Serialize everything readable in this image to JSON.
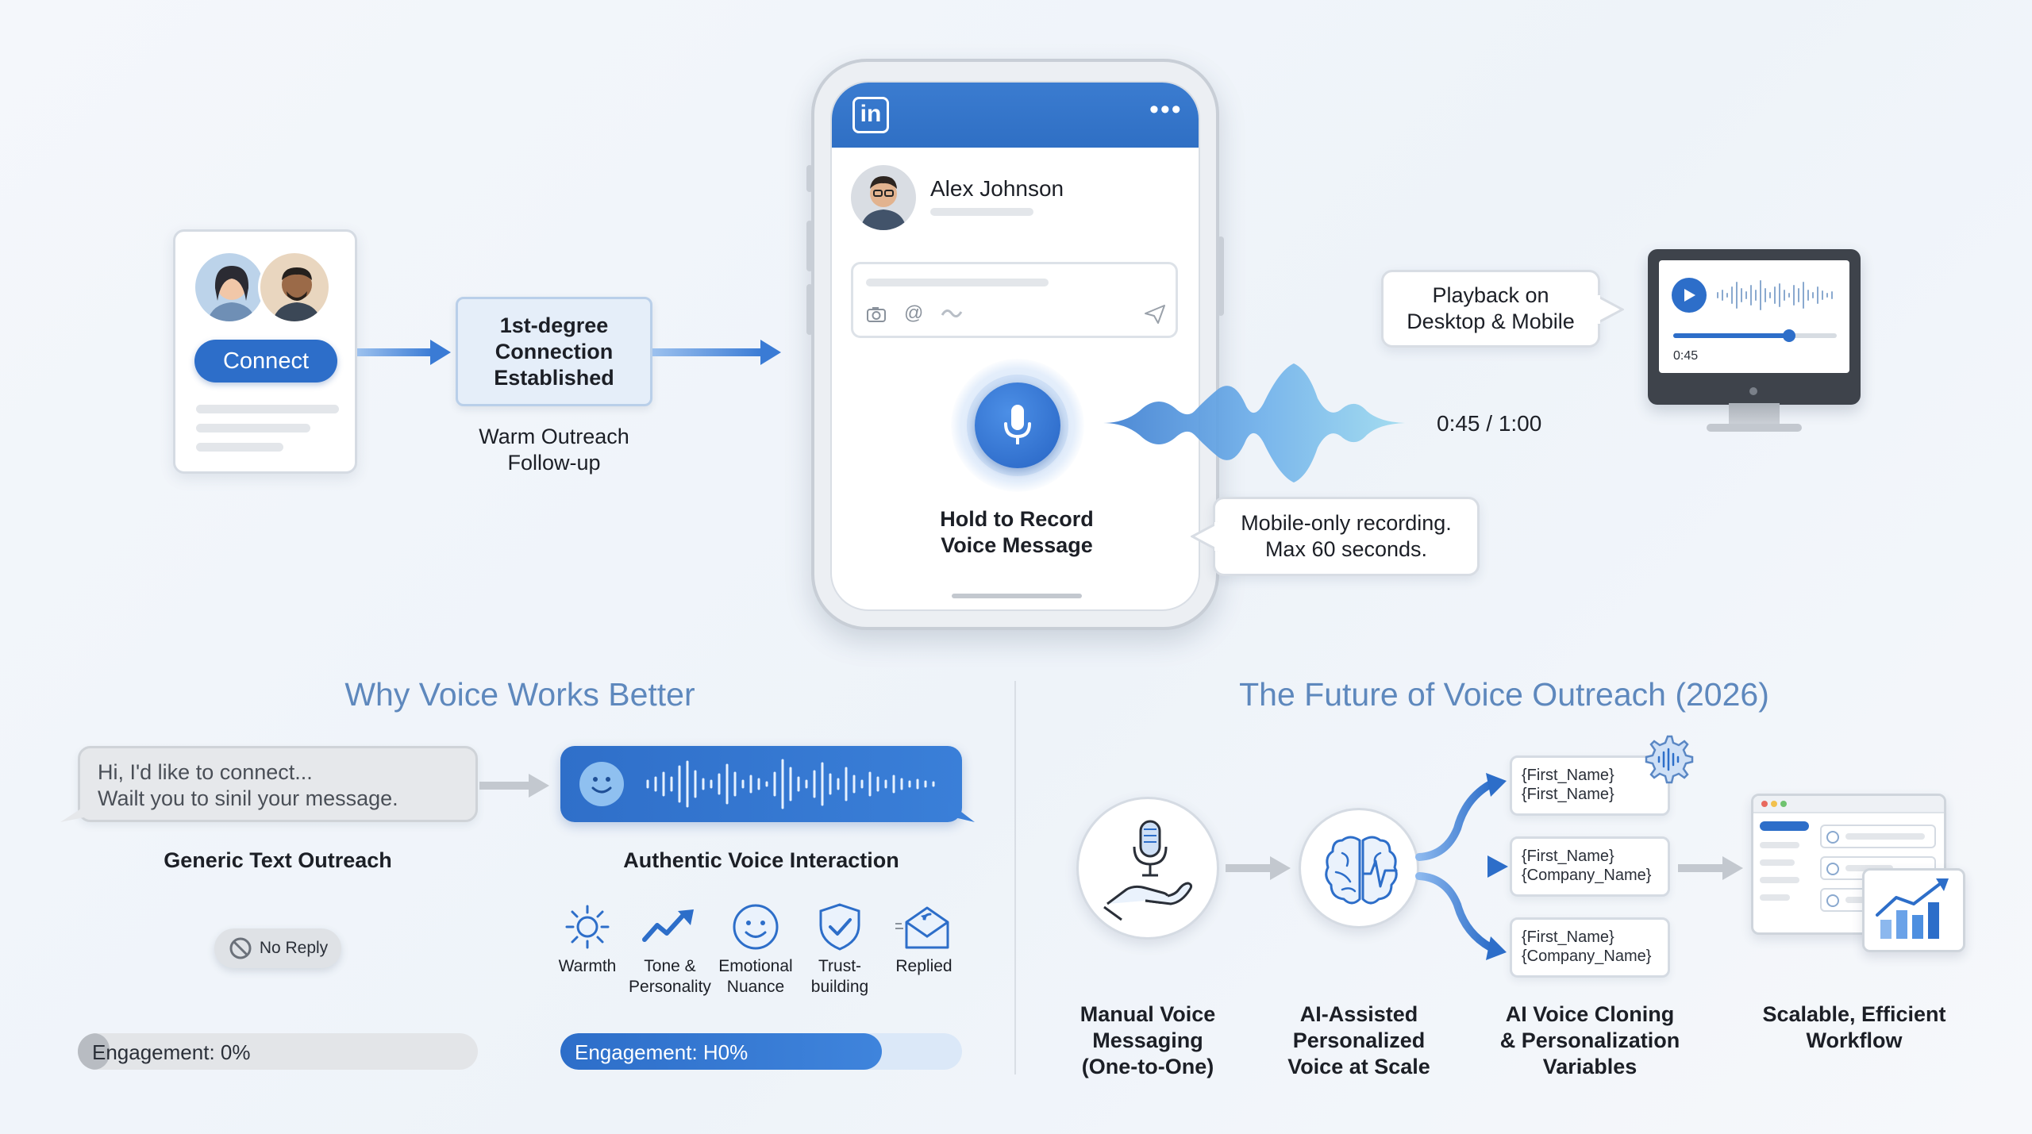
{
  "connect_card": {
    "button_label": "Connect"
  },
  "connection_box": {
    "text_line1": "1st-degree",
    "text_line2": "Connection",
    "text_line3": "Established"
  },
  "warm_outreach": {
    "line1": "Warm Outreach",
    "line2": "Follow-up"
  },
  "phone": {
    "contact_name": "Alex Johnson",
    "record_line1": "Hold to Record",
    "record_line2": "Voice Message",
    "duration": "0:45 / 1:00"
  },
  "mobile_note": {
    "line1": "Mobile-only recording.",
    "line2": "Max 60 seconds."
  },
  "playback": {
    "line1": "Playback on",
    "line2": "Desktop & Mobile",
    "monitor_time": "0:45"
  },
  "why_section": {
    "title": "Why Voice Works Better",
    "text_bubble_line1": "Hi, I'd like to connect...",
    "text_bubble_line2": "Wailt you to sinil your message.",
    "generic_label": "Generic Text Outreach",
    "authentic_label": "Authentic Voice Interaction",
    "no_reply": "No Reply",
    "benefits": [
      {
        "icon": "sun-icon",
        "line1": "Warmth",
        "line2": ""
      },
      {
        "icon": "trend-icon",
        "line1": "Tone &",
        "line2": "Personality"
      },
      {
        "icon": "smile-icon",
        "line1": "Emotional",
        "line2": "Nuance"
      },
      {
        "icon": "shield-check-icon",
        "line1": "Trust-",
        "line2": "building"
      },
      {
        "icon": "envelope-reply-icon",
        "line1": "Replied",
        "line2": ""
      }
    ],
    "engagement_generic": "Engagement: 0%",
    "engagement_voice": "Engagement: H0%",
    "engagement_generic_fill": 0.08,
    "engagement_voice_fill": 0.8
  },
  "future_section": {
    "title": "The Future of Voice Outreach (2026)",
    "step1": {
      "line1": "Manual Voice",
      "line2": "Messaging",
      "line3": "(One-to-One)"
    },
    "step2": {
      "line1": "AI-Assisted",
      "line2": "Personalized",
      "line3": "Voice at Scale"
    },
    "step3": {
      "line1": "AI Voice Cloning",
      "line2": "& Personalization",
      "line3": "Variables"
    },
    "step4": {
      "line1": "Scalable, Efficient",
      "line2": "Workflow"
    },
    "var_cards": [
      {
        "line1": "{First_Name}",
        "line2": "{First_Name}"
      },
      {
        "line1": "{First_Name}",
        "line2": "{Company_Name}"
      },
      {
        "line1": "{First_Name}",
        "line2": "{Company_Name}"
      }
    ]
  },
  "colors": {
    "accent": "#2d6ec9",
    "title": "#5e88bd",
    "linkedin": "#2f6fc4"
  }
}
